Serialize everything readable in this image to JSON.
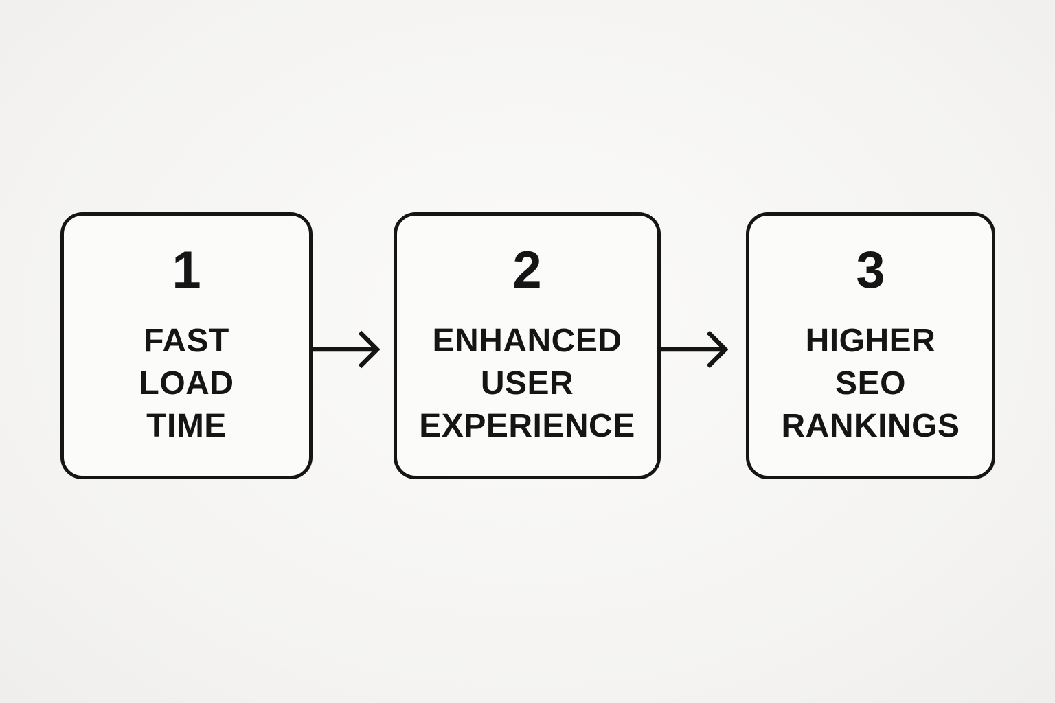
{
  "diagram": {
    "type": "flowchart",
    "direction": "left-to-right",
    "steps": [
      {
        "number": "1",
        "lines": [
          "FAST",
          "LOAD",
          "TIME"
        ]
      },
      {
        "number": "2",
        "lines": [
          "ENHANCED",
          "USER",
          "EXPERIENCE"
        ]
      },
      {
        "number": "3",
        "lines": [
          "HIGHER",
          "SEO",
          "RANKINGS"
        ]
      }
    ],
    "connectors": [
      {
        "from": "1",
        "to": "2",
        "style": "right-arrow"
      },
      {
        "from": "2",
        "to": "3",
        "style": "right-arrow"
      }
    ],
    "colors": {
      "background": "#f4f3f1",
      "box_fill": "#fbfbf9",
      "line": "#151515",
      "text": "#151515"
    }
  }
}
